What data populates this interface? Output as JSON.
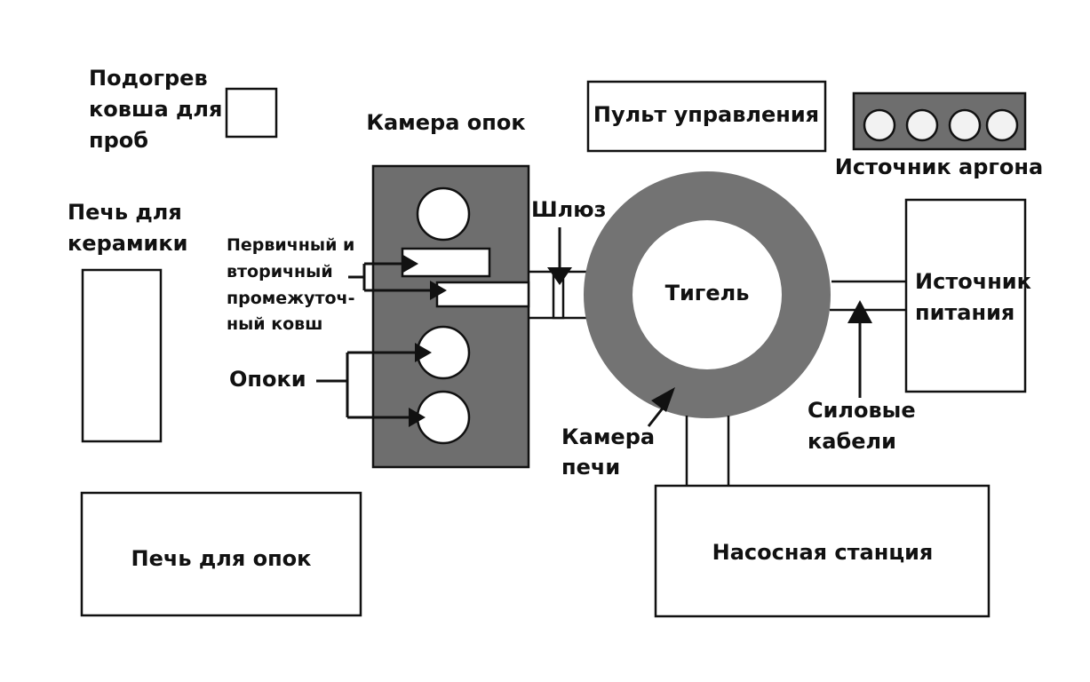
{
  "labels": {
    "ladle_preheat": [
      "Подогрев",
      "ковша для",
      "проб"
    ],
    "flask_chamber": "Камера опок",
    "control_panel": "Пульт управления",
    "argon_source": "Источник аргона",
    "ceramics_furnace": [
      "Печь для",
      "керамики"
    ],
    "intermediate_ladle": [
      "Первичный и",
      "вторичный",
      "промежуточ-",
      "ный ковш"
    ],
    "flasks": "Опоки",
    "gate": "Шлюз",
    "crucible": "Тигель",
    "power_source": [
      "Источник",
      "питания"
    ],
    "power_cables": [
      "Силовые",
      "кабели"
    ],
    "furnace_chamber": [
      "Камера",
      "печи"
    ],
    "flask_furnace": "Печь для опок",
    "pump_station": "Насосная станция"
  },
  "colors": {
    "chamber_fill": "#6e6e6e",
    "ring_fill": "#737373",
    "line": "#111111",
    "background": "#ffffff"
  },
  "argon_cylinders": 4
}
